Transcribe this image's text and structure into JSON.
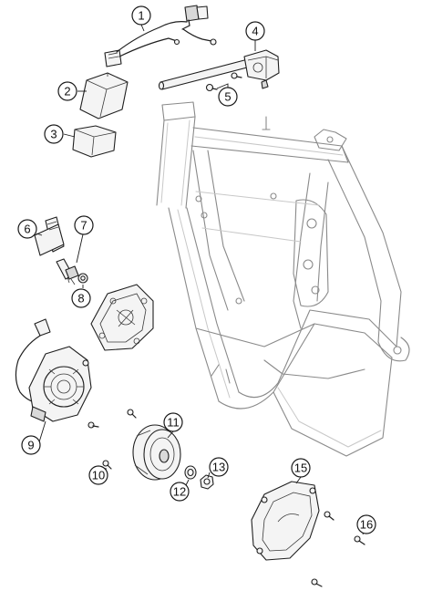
{
  "callouts": [
    {
      "id": "1",
      "label": "1"
    },
    {
      "id": "2",
      "label": "2"
    },
    {
      "id": "3",
      "label": "3"
    },
    {
      "id": "4",
      "label": "4"
    },
    {
      "id": "5",
      "label": "5"
    },
    {
      "id": "6",
      "label": "6"
    },
    {
      "id": "7",
      "label": "7"
    },
    {
      "id": "8",
      "label": "8"
    },
    {
      "id": "9",
      "label": "9"
    },
    {
      "id": "10",
      "label": "10"
    },
    {
      "id": "11",
      "label": "11"
    },
    {
      "id": "12",
      "label": "12"
    },
    {
      "id": "13",
      "label": "13"
    },
    {
      "id": "15",
      "label": "15"
    },
    {
      "id": "16",
      "label": "16"
    }
  ]
}
